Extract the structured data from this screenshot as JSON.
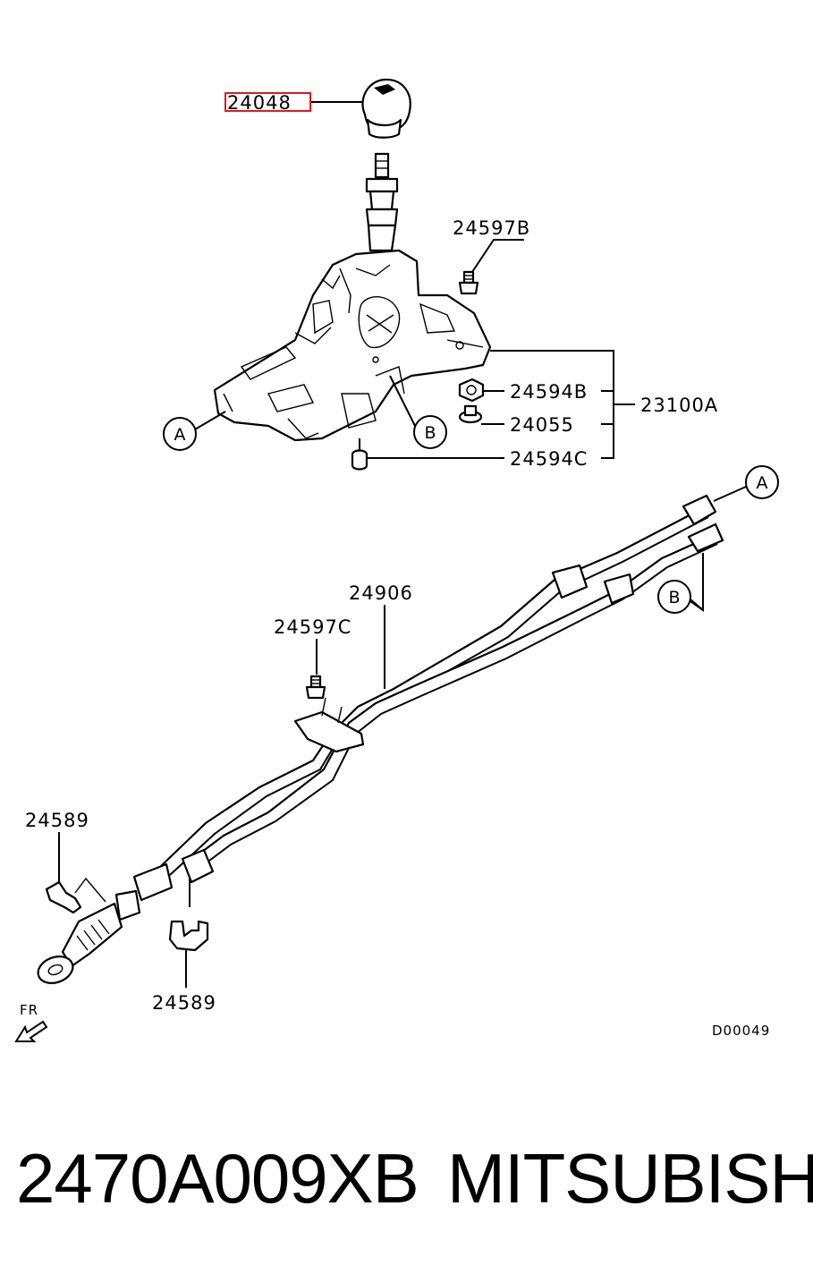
{
  "labels": {
    "knob": "24048",
    "bolt_top": "24597B",
    "nut": "24594B",
    "washer": "24055",
    "bushing": "24594C",
    "assembly": "23100A",
    "cable": "24906",
    "bolt_cable": "24597C",
    "clip_left": "24589",
    "clip_bottom": "24589"
  },
  "callouts": {
    "a_lever": "A",
    "b_lever": "B",
    "a_cable": "A",
    "b_cable": "B"
  },
  "direction": "FR",
  "diagram_code": "D00049",
  "footer": {
    "part_number": "2470A009XB",
    "brand": "MITSUBISHI"
  },
  "highlight_color": "#e0191f"
}
